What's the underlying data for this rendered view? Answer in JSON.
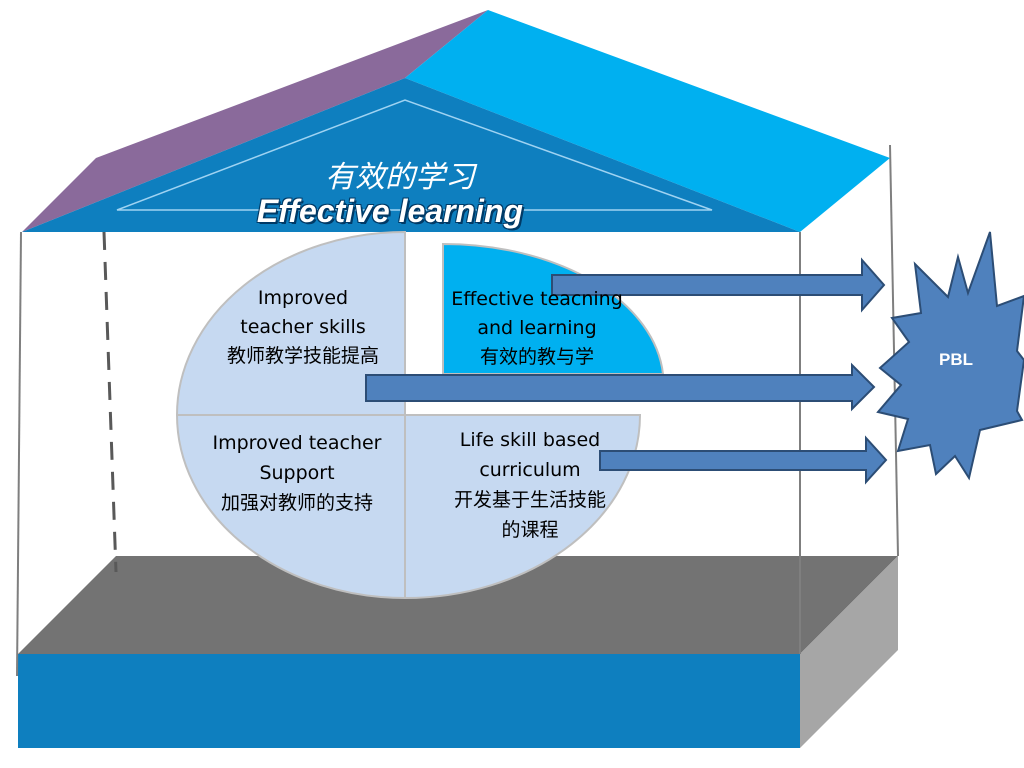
{
  "roof": {
    "title_cn": "有效的学习",
    "title_en": "Effective learning"
  },
  "quadrants": {
    "teacher_skills": {
      "line1": "Improved",
      "line2": "teacher skills",
      "line3": "教师教学技能提高"
    },
    "teaching_learning": {
      "line1": "Effective teacning",
      "line2": "and learning",
      "line3": "有效的教与学"
    },
    "teacher_support": {
      "line1": "Improved  teacher",
      "line2": "Support",
      "line3": "加强对教师的支持"
    },
    "curriculum": {
      "line1": "Life skill based",
      "line2": "curriculum",
      "line3": "开发基于生活技能",
      "line4": "的课程"
    }
  },
  "star": {
    "label": "PBL"
  },
  "colors": {
    "roof_purple": "#8a6a9b",
    "roof_blue": "#00b0f0",
    "roof_band": "#0e7fbf",
    "pie_light": "#c6d9f1",
    "pie_blue": "#00b0f0",
    "arrow": "#4f81bd",
    "arrow_border": "#2c4d75",
    "base_top": "#737373",
    "base_front": "#0e7fbf",
    "base_side": "#a6a6a6",
    "star": "#4f81bd"
  }
}
